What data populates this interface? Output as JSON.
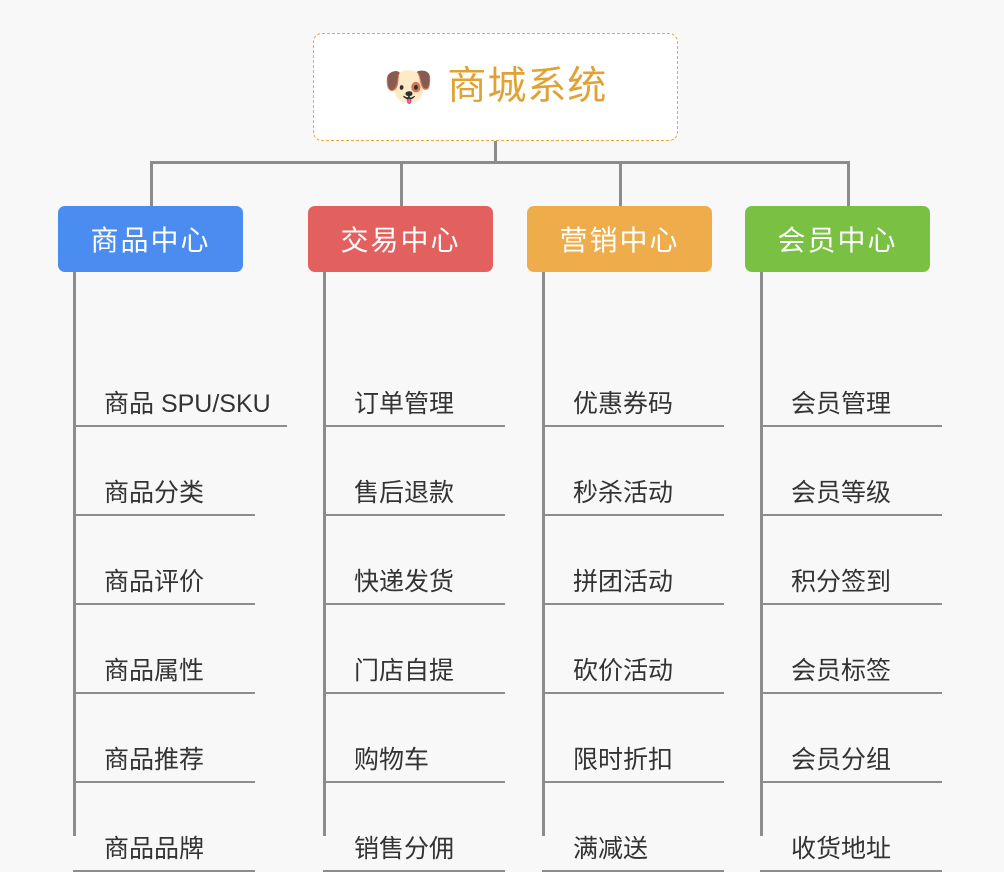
{
  "root": {
    "icon": "dog-face-icon",
    "emoji": "🐶",
    "title": "商城系统",
    "accent_color": "#e0a235",
    "border_color": "#e8a838",
    "background_color": "#ffffff"
  },
  "canvas": {
    "background_color": "#f8f8f8",
    "connector_color": "#8c8c8c"
  },
  "branches": [
    {
      "label": "商品中心",
      "color": "#4a8cf0",
      "items": [
        {
          "label": "商品 SPU/SKU"
        },
        {
          "label": "商品分类"
        },
        {
          "label": "商品评价"
        },
        {
          "label": "商品属性"
        },
        {
          "label": "商品推荐"
        },
        {
          "label": "商品品牌"
        }
      ]
    },
    {
      "label": "交易中心",
      "color": "#e2605e",
      "items": [
        {
          "label": "订单管理"
        },
        {
          "label": "售后退款"
        },
        {
          "label": "快递发货"
        },
        {
          "label": "门店自提"
        },
        {
          "label": "购物车"
        },
        {
          "label": "销售分佣"
        }
      ]
    },
    {
      "label": "营销中心",
      "color": "#eead4a",
      "items": [
        {
          "label": "优惠券码"
        },
        {
          "label": "秒杀活动"
        },
        {
          "label": "拼团活动"
        },
        {
          "label": "砍价活动"
        },
        {
          "label": "限时折扣"
        },
        {
          "label": "满减送"
        }
      ]
    },
    {
      "label": "会员中心",
      "color": "#7ac143",
      "items": [
        {
          "label": "会员管理"
        },
        {
          "label": "会员等级"
        },
        {
          "label": "积分签到"
        },
        {
          "label": "会员标签"
        },
        {
          "label": "会员分组"
        },
        {
          "label": "收货地址"
        }
      ]
    }
  ]
}
